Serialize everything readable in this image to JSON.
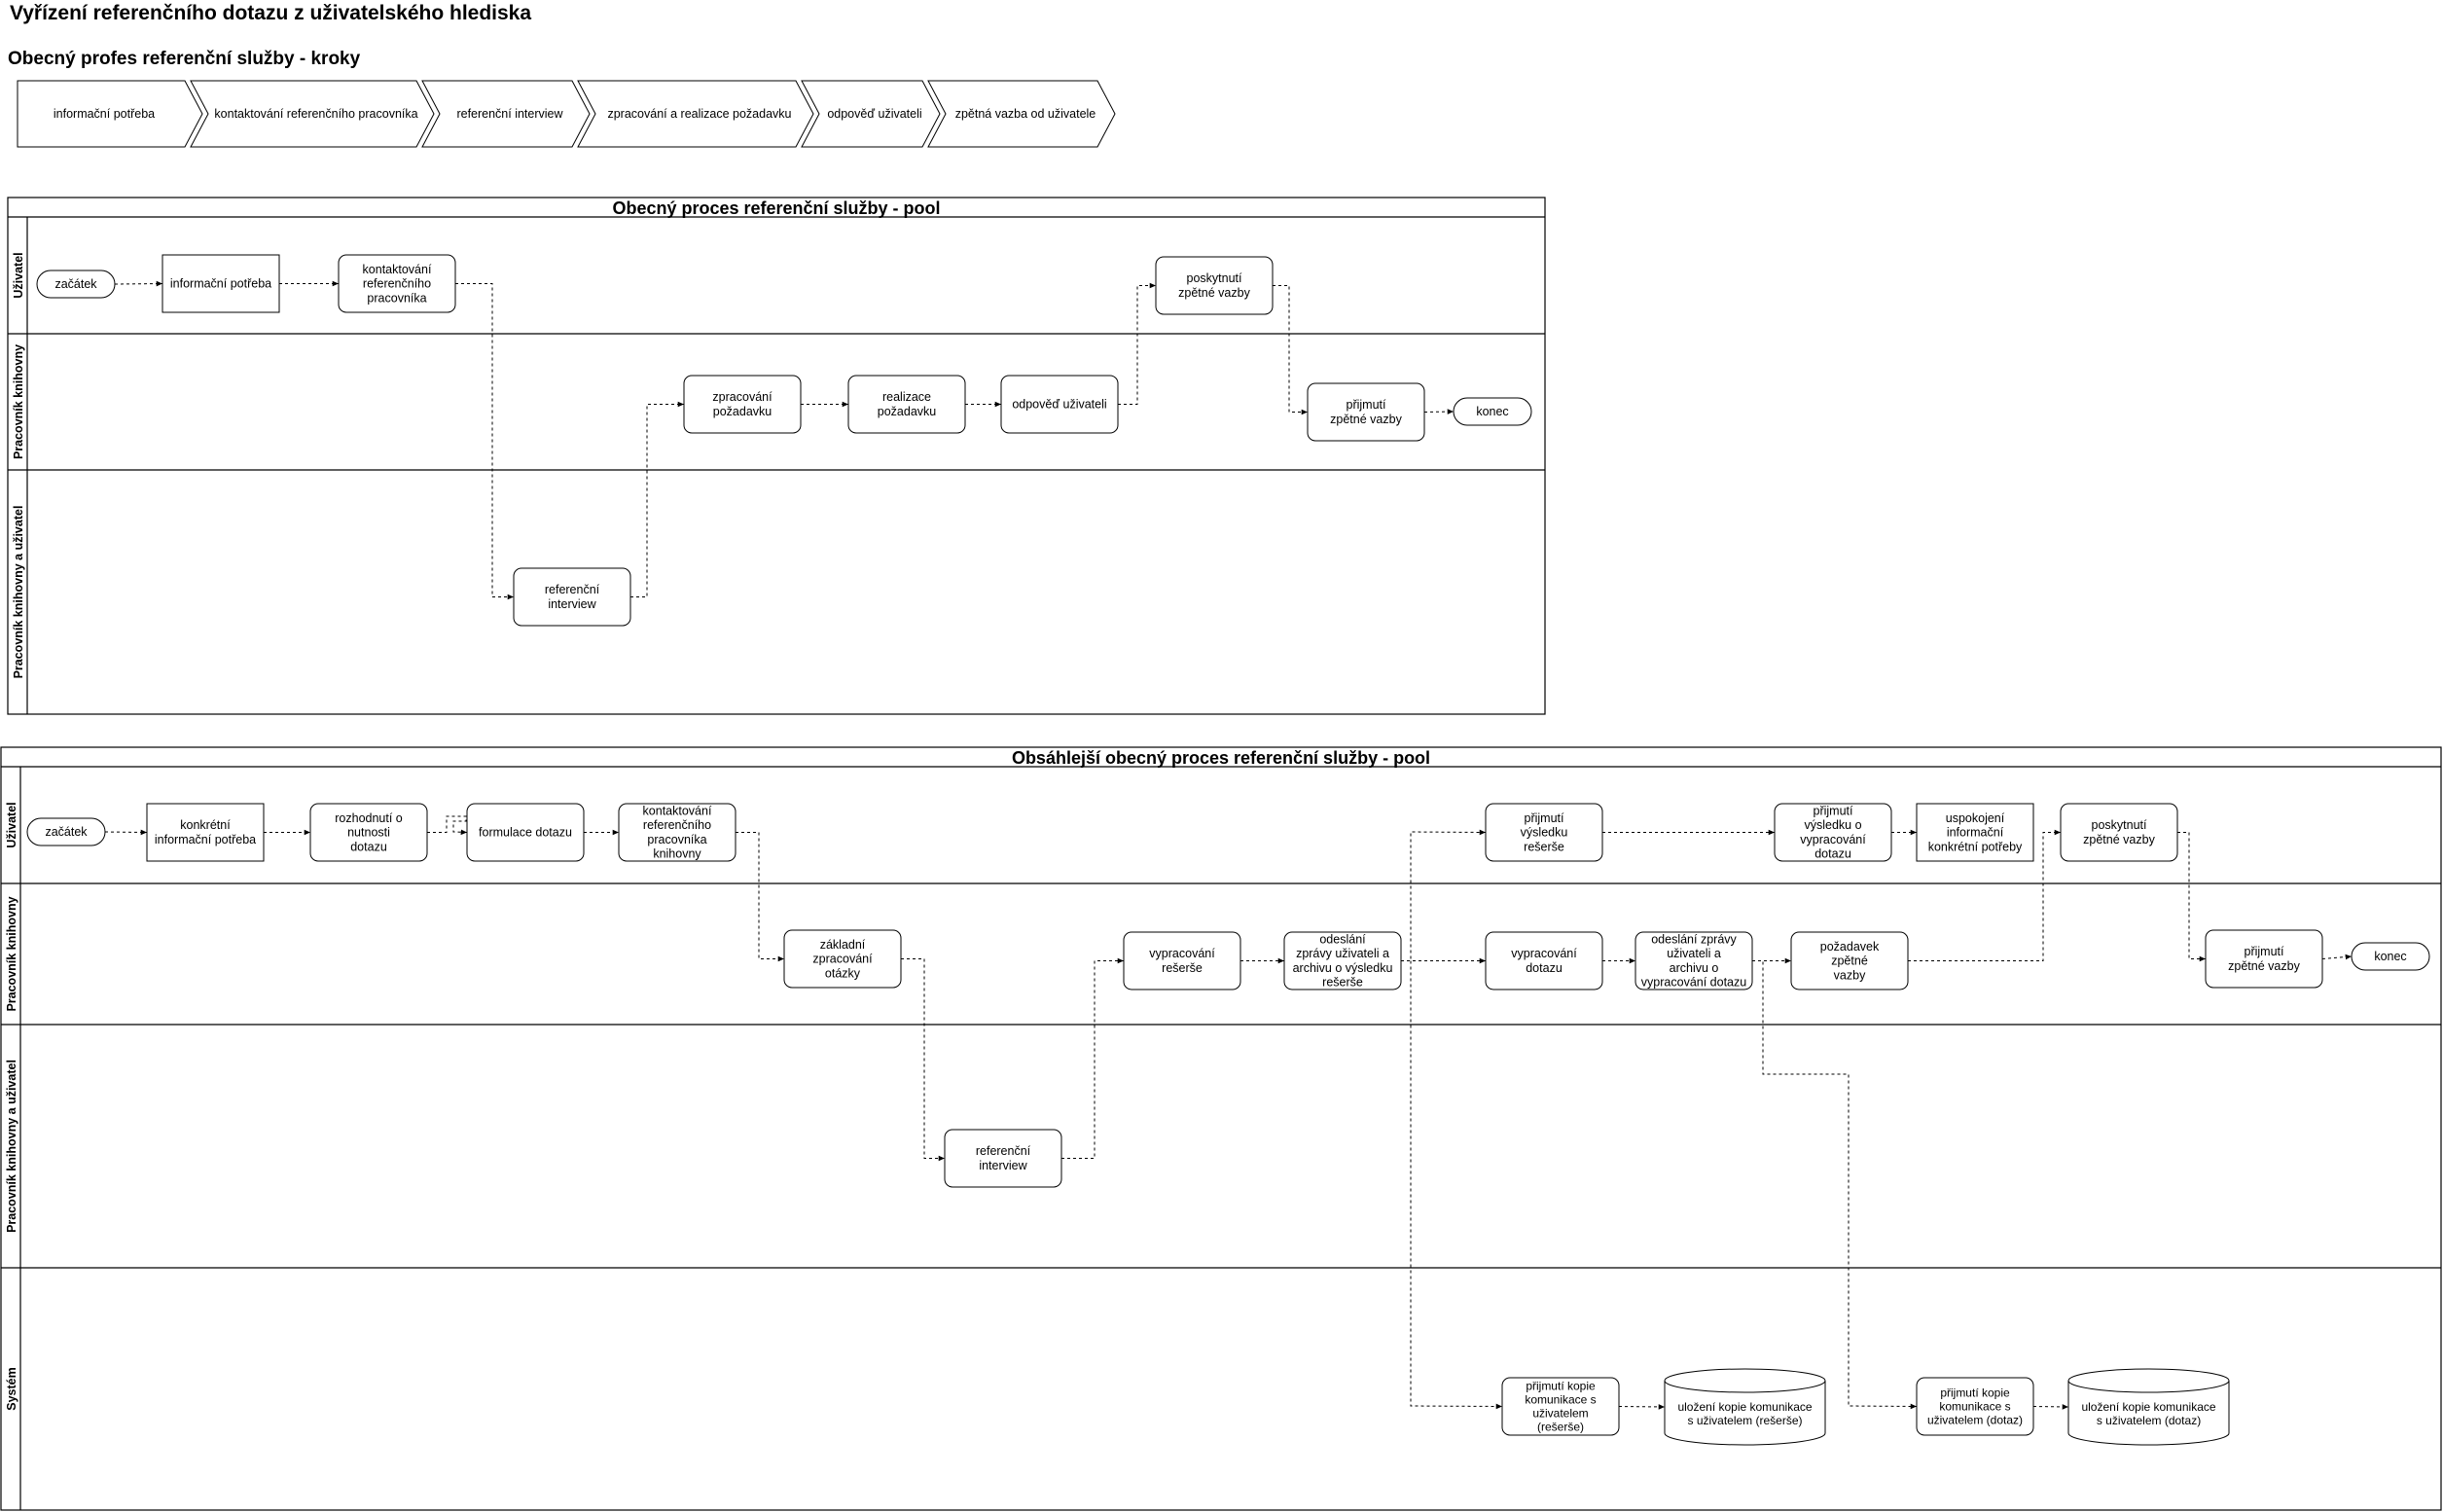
{
  "title": "Vyřízení referenčního dotazu z uživatelského hlediska",
  "steps_title": "Obecný profes referenční služby - kroky",
  "steps": [
    "informační potřeba",
    "kontaktování referenčního pracovníka",
    "referenční interview",
    "zpracování a realizace požadavku",
    "odpověď uživateli",
    "zpětná vazba od uživatele"
  ],
  "pool1": {
    "title": "Obecný proces referenční služby - pool",
    "lanes": [
      "Uživatel",
      "Pracovník knihovny",
      "Pracovník knihovny a uživatel"
    ]
  },
  "pool2": {
    "title": "Obsáhlejší obecný proces referenční služby - pool",
    "lanes": [
      "Uživatel",
      "Pracovník knihovny",
      "Pracovník knihovny a uživatel",
      "Systém"
    ]
  },
  "nodes": {
    "p1_start": "začátek",
    "p1_need": "informační potřeba",
    "p1_contact": "kontaktování\nreferenčního\npracovníka",
    "p1_feedback_give": "poskytnutí\nzpětné vazby",
    "p1_process": "zpracování\npožadavku",
    "p1_realize": "realizace\npožadavku",
    "p1_answer": "odpověď uživateli",
    "p1_feedback_recv": "přijmutí\nzpětné vazby",
    "p1_end": "konec",
    "p1_interview": "referenční\ninterview",
    "p2_start": "začátek",
    "p2_need": "konkrétní\ninformační potřeba",
    "p2_decide": "rozhodnutí o\nnutnosti\ndotazu",
    "p2_formulate": "formulace dotazu",
    "p2_contact": "kontaktování\nreferenčního\npracovníka\nknihovny",
    "p2_res_recv": "přijmutí\nvýsledku\nrešerše",
    "p2_q_recv": "přijmutí\nvýsledku o\nvypracování\ndotazu",
    "p2_satisfy": "uspokojení\ninformační\nkonkrétní potřeby",
    "p2_fb_give": "poskytnutí\nzpětné vazby",
    "p2_basic": "základní\nzpracování\notázky",
    "p2_res_make": "vypracování\nrešerše",
    "p2_res_send": "odeslání\nzprávy uživateli a\narchivu o výsledku\nrešerše",
    "p2_q_make": "vypracování\ndotazu",
    "p2_q_send": "odeslání zprávy\nuživateli a\narchivu o\nvypracování dotazu",
    "p2_fb_req": "požadavek\nzpětné\nvazby",
    "p2_fb_recv": "přijmutí\nzpětné vazby",
    "p2_end": "konec",
    "p2_interview": "referenční\ninterview",
    "p2_sys_res": "přijmutí kopie\nkomunikace s\nuživatelem\n(rešerše)",
    "p2_sys_res_store": "uložení kopie komunikace\ns uživatelem (rešerše)",
    "p2_sys_q": "přijmutí kopie\nkomunikace s\nuživatelem (dotaz)",
    "p2_sys_q_store": "uložení kopie komunikace\ns uživatelem (dotaz)"
  },
  "colors": {
    "stroke": "#000000",
    "fill": "#ffffff"
  }
}
